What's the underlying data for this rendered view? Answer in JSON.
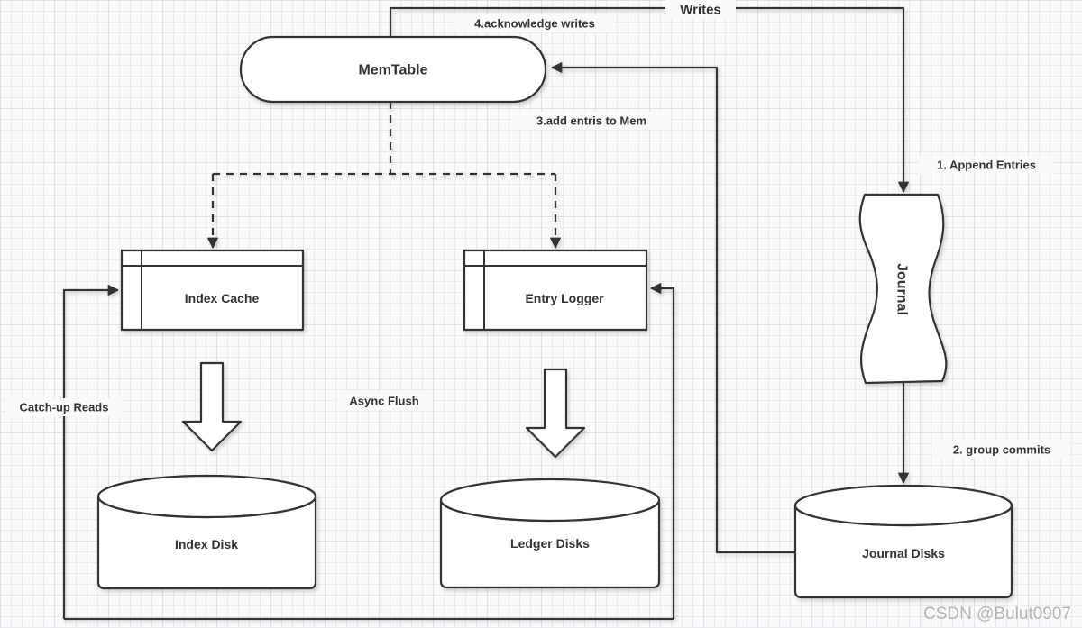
{
  "colors": {
    "stroke": "#333333",
    "shape_fill": "#ffffff",
    "background": "#fafafa",
    "grid_minor": "#ebebef",
    "grid_major": "#e0e0e6",
    "watermark": "#b4b4b6"
  },
  "nodes": {
    "memtable": {
      "label": "MemTable"
    },
    "index_cache": {
      "label": "Index Cache"
    },
    "entry_logger": {
      "label": "Entry Logger"
    },
    "journal": {
      "label": "Journal"
    },
    "index_disk": {
      "label": "Index Disk"
    },
    "ledger_disks": {
      "label": "Ledger Disks"
    },
    "journal_disks": {
      "label": "Journal Disks"
    }
  },
  "edges": {
    "writes": {
      "label": "Writes"
    },
    "acknowledge_writes": {
      "label": "4.acknowledge writes"
    },
    "add_entries_to_mem": {
      "label": "3.add entris to Mem"
    },
    "append_entries": {
      "label": "1. Append Entries"
    },
    "group_commits": {
      "label": "2. group commits"
    },
    "catch_up_reads": {
      "label": "Catch-up Reads"
    },
    "async_flush": {
      "label": "Async Flush"
    }
  },
  "watermark": "CSDN @Bulut0907"
}
